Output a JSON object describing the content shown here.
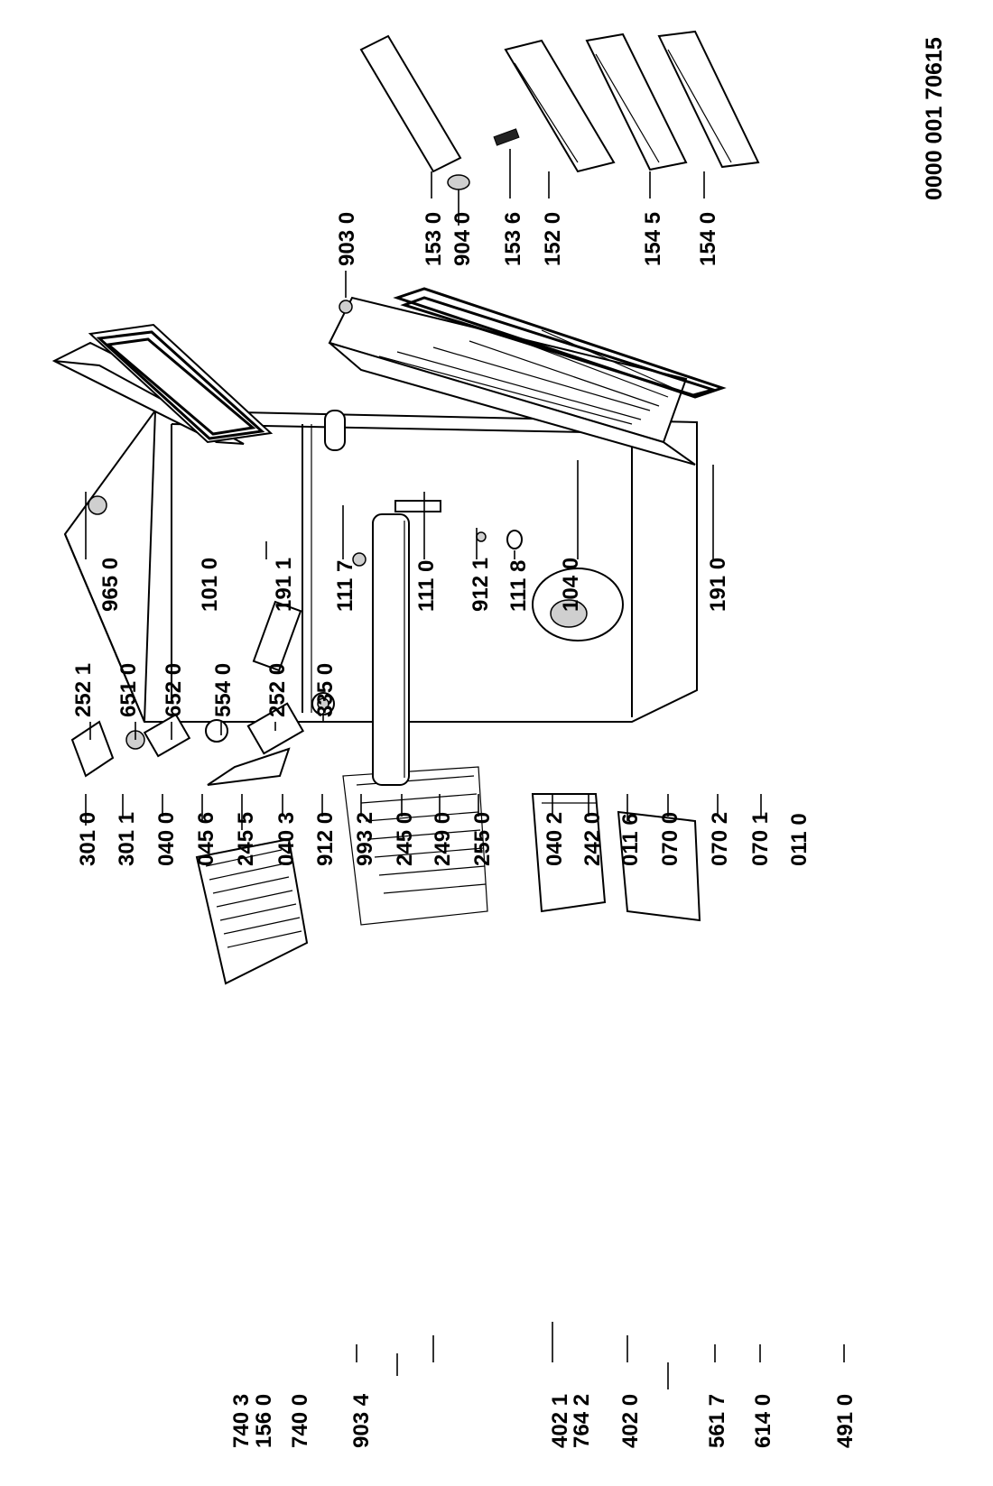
{
  "document": {
    "number": "0000 001 70615"
  },
  "labels": {
    "p3010": "301 0",
    "p3011": "301 1",
    "p0400": "040 0",
    "p0456": "045 6",
    "p2455": "245 5",
    "p0403": "040 3",
    "p9120": "912 0",
    "p9932": "993 2",
    "p2450": "245 0",
    "p2490": "249 0",
    "p2550": "255 0",
    "p0402": "040 2",
    "p2420": "242 0",
    "p0116": "011 6",
    "p0700": "070 0",
    "p0702": "070 2",
    "p0701": "070 1",
    "p0110": "011 0",
    "p7403": "740 3",
    "p1560": "156 0",
    "p7400": "740 0",
    "p9034": "903 4",
    "p4021": "402 1",
    "p7642": "764 2",
    "p4020": "402 0",
    "p5617": "561 7",
    "p6140": "614 0",
    "p4910": "491 0",
    "p2521": "252 1",
    "p6510": "651 0",
    "p6520": "652 0",
    "p5540": "554 0",
    "p2520": "252 0",
    "p3350": "335 0",
    "p9650": "965 0",
    "p1010": "101 0",
    "p1911": "191 1",
    "p1117": "111 7",
    "p1110": "111 0",
    "p9121": "912 1",
    "p1118": "111 8",
    "p1040": "104 0",
    "p1910": "191 0",
    "p9030": "903 0",
    "p1530": "153 0",
    "p9040": "904 0",
    "p1536": "153 6",
    "p1520": "152 0",
    "p1545": "154 5",
    "p1540": "154 0"
  }
}
